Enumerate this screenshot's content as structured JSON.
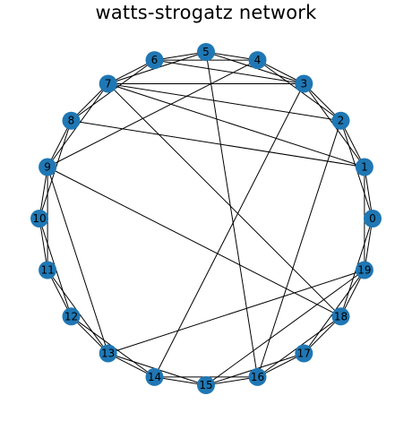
{
  "title": "watts-strogatz network",
  "colors": {
    "node": "#1f77b4",
    "edge": "#000000",
    "label": "#000000"
  },
  "nodes": [
    "0",
    "1",
    "2",
    "3",
    "4",
    "5",
    "6",
    "7",
    "8",
    "9",
    "10",
    "11",
    "12",
    "13",
    "14",
    "15",
    "16",
    "17",
    "18",
    "19"
  ],
  "edges": [
    [
      0,
      1
    ],
    [
      0,
      2
    ],
    [
      0,
      18
    ],
    [
      0,
      19
    ],
    [
      1,
      2
    ],
    [
      1,
      3
    ],
    [
      1,
      19
    ],
    [
      1,
      7
    ],
    [
      1,
      8
    ],
    [
      2,
      3
    ],
    [
      2,
      4
    ],
    [
      2,
      7
    ],
    [
      2,
      16
    ],
    [
      3,
      4
    ],
    [
      3,
      5
    ],
    [
      3,
      6
    ],
    [
      3,
      7
    ],
    [
      3,
      14
    ],
    [
      4,
      5
    ],
    [
      4,
      6
    ],
    [
      4,
      9
    ],
    [
      5,
      6
    ],
    [
      5,
      7
    ],
    [
      5,
      16
    ],
    [
      6,
      7
    ],
    [
      6,
      8
    ],
    [
      7,
      8
    ],
    [
      7,
      9
    ],
    [
      7,
      18
    ],
    [
      8,
      9
    ],
    [
      8,
      10
    ],
    [
      9,
      10
    ],
    [
      9,
      11
    ],
    [
      9,
      13
    ],
    [
      9,
      18
    ],
    [
      10,
      11
    ],
    [
      10,
      12
    ],
    [
      11,
      12
    ],
    [
      11,
      13
    ],
    [
      12,
      13
    ],
    [
      12,
      14
    ],
    [
      13,
      14
    ],
    [
      13,
      15
    ],
    [
      13,
      19
    ],
    [
      14,
      15
    ],
    [
      14,
      16
    ],
    [
      15,
      16
    ],
    [
      15,
      17
    ],
    [
      15,
      19
    ],
    [
      16,
      17
    ],
    [
      16,
      18
    ],
    [
      17,
      18
    ],
    [
      17,
      19
    ],
    [
      18,
      19
    ]
  ]
}
